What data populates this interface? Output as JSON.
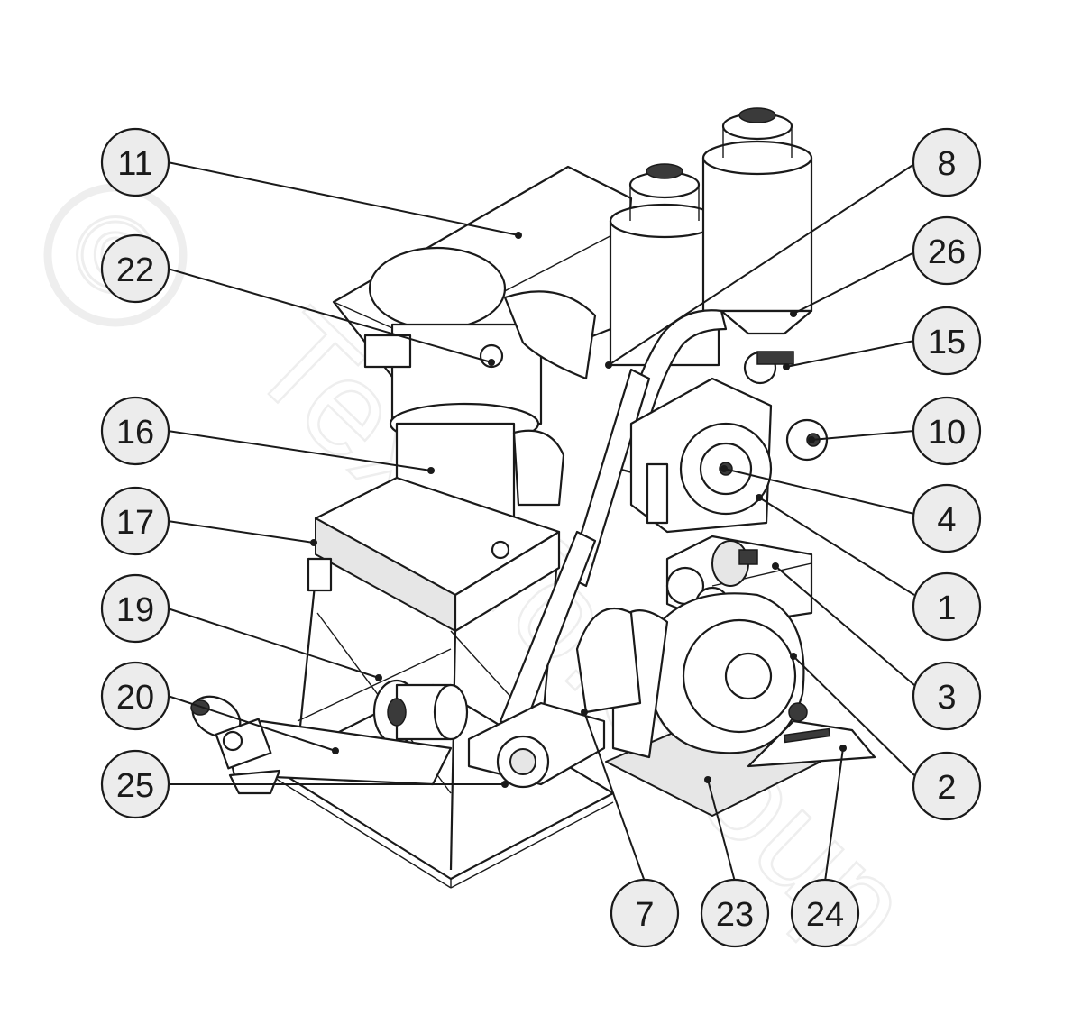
{
  "watermark": {
    "symbol": "©",
    "text": "TexInfo.Group"
  },
  "callouts": [
    {
      "label": "11"
    },
    {
      "label": "22"
    },
    {
      "label": "16"
    },
    {
      "label": "17"
    },
    {
      "label": "19"
    },
    {
      "label": "20"
    },
    {
      "label": "25"
    },
    {
      "label": "8"
    },
    {
      "label": "26"
    },
    {
      "label": "15"
    },
    {
      "label": "10"
    },
    {
      "label": "4"
    },
    {
      "label": "1"
    },
    {
      "label": "3"
    },
    {
      "label": "2"
    },
    {
      "label": "7"
    },
    {
      "label": "23"
    },
    {
      "label": "24"
    }
  ]
}
